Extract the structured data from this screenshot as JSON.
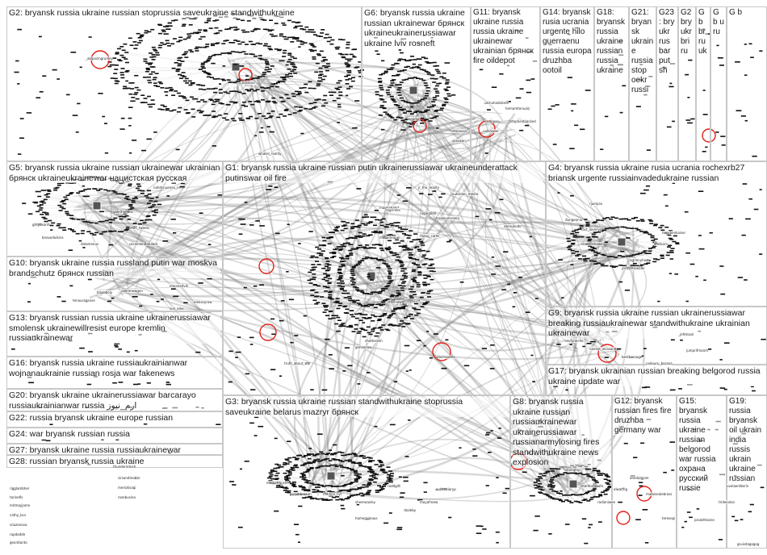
{
  "graph": {
    "groups": [
      {
        "id": "G2",
        "label": "G2: bryansk russia ukraine russian stoprussia saveukraine standwithukraine"
      },
      {
        "id": "G6",
        "label": "G6: bryansk russia ukraine russian ukrainewar брянск ukraineukrainerussiawar ukraine lviv rosneft"
      },
      {
        "id": "G11",
        "label": "G11: bryansk ukraine russia russia ukraine ukrainewar ukrainian брянск fire oildepot"
      },
      {
        "id": "G14",
        "label": "G14: bryansk rusia ucrania urgente hilo guerraenu russia europa druzhba ootoil"
      },
      {
        "id": "G18",
        "label": "G18: bryansk russia ukraine russian russia ukraine"
      },
      {
        "id": "G21",
        "label": "G21: bryansk ukraine russia stop oekr russi"
      },
      {
        "id": "G23",
        "label": "G23: bry ukr rus bar put sh"
      },
      {
        "id": "G2b",
        "label": "G2 bry ukr bri ru"
      },
      {
        "id": "G_a",
        "label": "G b br ru uk"
      },
      {
        "id": "G_b",
        "label": "G b u ru"
      },
      {
        "id": "G_c",
        "label": "G b"
      },
      {
        "id": "G5",
        "label": "G5: bryansk russia ukraine russian ukrainewar ukrainian брянск ukraineukrainewar нацистская русская"
      },
      {
        "id": "G1",
        "label": "G1: bryansk russia ukraine russian putin ukrainerussiawar ukraineunderattack putinswar oil fire"
      },
      {
        "id": "G4",
        "label": "G4: bryansk russia ukraine rusia ucrania rochexrb27 briansk urgente russiainvadedukraine russian"
      },
      {
        "id": "G10",
        "label": "G10: bryansk ukraine russia russland putin war moskva brandschutz брянск russian"
      },
      {
        "id": "G9",
        "label": "G9: bryansk russia ukraine russian ukrainerussiawar breaking russiaukrainewar standwithukraine ukrainian ukrainewar"
      },
      {
        "id": "G13",
        "label": "G13: bryansk russian russia ukraine ukrainerussiawar smolensk ukrainewillresist europe kremlin russiaukrainewar"
      },
      {
        "id": "G16",
        "label": "G16: bryansk russia ukraine russiaukrainianwar wojnanaukrainie russian rosja war fakenews"
      },
      {
        "id": "G17",
        "label": "G17: bryansk ukrainian russian breaking belgorod russia ukraine update war"
      },
      {
        "id": "G20",
        "label": "G20: bryansk ukraine ukrainerussiawar barcarayo russiaukrainianwar russia ارم_نيوز"
      },
      {
        "id": "G22",
        "label": "G22: russia bryansk ukraine europe russian"
      },
      {
        "id": "G24",
        "label": "G24: war bryansk russian russia"
      },
      {
        "id": "G27",
        "label": "G27: bryansk ukraine russia russiaukrainewar"
      },
      {
        "id": "G28",
        "label": "G28: russian bryansk russia ukraine"
      },
      {
        "id": "G3",
        "label": "G3: bryansk russia ukraine russian standwithukraine stoprussia saveukraine belarus mazryr брянск"
      },
      {
        "id": "G8",
        "label": "G8: bryansk russia ukraine russian russiaukrainewar ukrainerussiawar russianarmylosing fires standwithukraine news explosion"
      },
      {
        "id": "G12",
        "label": "G12: bryansk russian fires fire druzhba germany war"
      },
      {
        "id": "G15",
        "label": "G15: bryansk russia ukraine russian belgorod war russia охрана pусский russie"
      },
      {
        "id": "G19",
        "label": "G19: russia bryansk oil ukrain india russis ukrain ukraine russian"
      }
    ],
    "node_labels": [
      "_akipasingrumey",
      "blaskav",
      "whales_reality",
      "wendyh",
      "stelanisa",
      "spoozer",
      "ualkhonel",
      "sxstepan",
      "stephenblacked",
      "hemamtenuaiz",
      "ukinuhodolisev",
      "magnabahrt",
      "regrintes",
      "raging000",
      "jr_the_reality",
      "autonion_media",
      "hnaboumnena",
      "abroubudo",
      "thoug_cares",
      "metaliteaner",
      "stazinowgu160",
      "andpy219",
      "zhotteranh",
      "genseriaw",
      "truth_about_war",
      "glasmouses",
      "nahdsnuenev_nl",
      "gakrihundez",
      "lenin_tweets",
      "ukraineinflatulam",
      "elinanaitvik",
      "alekseyrow",
      "sun_alex",
      "dungeonia",
      "fact_lovenyn",
      "rjuelyan",
      "slamparkawei",
      "agrinnyhost",
      "joshyonkwaler",
      "shnikorn",
      "hausbenkaiser",
      "dalamenus",
      "bnovodulkins",
      "ghtybkanfs",
      "blazeboiy",
      "sabrenewgen",
      "tenauraganse",
      "reufyreiche",
      "naelan_alcasand",
      "bestbassage",
      "carleuru_barana",
      "jumprifmanm",
      "_jefetsaol",
      "rigglambher",
      "tarinefis",
      "mitmayjamn",
      "cathy_bcv",
      "viluzonova",
      "rapdadde",
      "geordianto",
      "thunderintosh",
      "sirsandmobbr",
      "meriotisaqi",
      "rozebusina",
      "mediatransfer",
      "sozebbroaan",
      "medina_cyt",
      "sheerwasley",
      "raddgitt",
      "rbaleby",
      "mayafreew",
      "aubkebiaryp",
      "siteliqhtp",
      "manhatiscofe",
      "radioniwee",
      "olwatfilg",
      "anedalgjom",
      "malaisealebrass",
      "teresepi",
      "jonakhtoone",
      "tridecolon",
      "uvelaerdkerin",
      "gruisdagogog",
      "hameraimaus"
    ]
  }
}
